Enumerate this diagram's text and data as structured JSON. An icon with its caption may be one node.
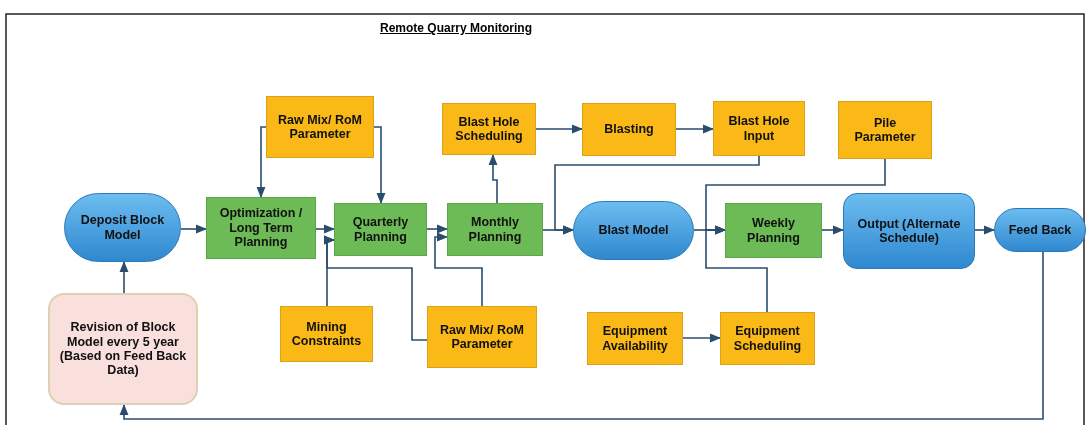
{
  "diagram": {
    "title": "Remote Quarry Monitoring",
    "nodes": [
      {
        "text": [
          "Deposit Block Model"
        ]
      },
      {
        "text": [
          "Optimization / Long Term Planning"
        ]
      },
      {
        "text": [
          "Raw Mix/ RoM Parameter"
        ]
      },
      {
        "text": [
          "Quarterly Planning"
        ]
      },
      {
        "text": [
          "Blast Hole Scheduling"
        ]
      },
      {
        "text": [
          "Monthly Planning"
        ]
      },
      {
        "text": [
          "Blasting"
        ]
      },
      {
        "text": [
          "Blast Hole Input"
        ]
      },
      {
        "text": [
          "Pile Parameter"
        ]
      },
      {
        "text": [
          "Blast Model"
        ]
      },
      {
        "text": [
          "Weekly Planning"
        ]
      },
      {
        "text": [
          "Output (Alternate Schedule)"
        ]
      },
      {
        "text": [
          "Feed Back"
        ]
      },
      {
        "text": [
          "Revision of Block Model every 5 year (Based on Feed Back Data)"
        ]
      },
      {
        "text": [
          "Mining Constraints"
        ]
      },
      {
        "text": [
          "Raw Mix/ RoM Parameter"
        ]
      },
      {
        "text": [
          "Equipment Availability"
        ]
      },
      {
        "text": [
          "Equipment Scheduling"
        ]
      }
    ],
    "edges": [
      {
        "from": 0,
        "to": 1,
        "arrow": "to"
      },
      {
        "from": 2,
        "to": 1,
        "arrow": "to"
      },
      {
        "from": 2,
        "to": 3,
        "arrow": "to"
      },
      {
        "from": 1,
        "to": 3,
        "arrow": "to"
      },
      {
        "from": 14,
        "to": 3,
        "arrow": "to"
      },
      {
        "from": 15,
        "to": 3,
        "arrow": "to"
      },
      {
        "from": 15,
        "to": 5,
        "arrow": "to"
      },
      {
        "from": 3,
        "to": 5,
        "arrow": "to"
      },
      {
        "from": 5,
        "to": 4,
        "arrow": "to"
      },
      {
        "from": 4,
        "to": 6,
        "arrow": "to"
      },
      {
        "from": 6,
        "to": 7,
        "arrow": "to"
      },
      {
        "from": 7,
        "to": 9,
        "arrow": "to"
      },
      {
        "from": 5,
        "to": 9,
        "arrow": "to"
      },
      {
        "from": 9,
        "to": 10,
        "arrow": "to"
      },
      {
        "from": 8,
        "to": 10,
        "arrow": "to"
      },
      {
        "from": 17,
        "to": 10,
        "arrow": "to"
      },
      {
        "from": 16,
        "to": 17,
        "arrow": "to"
      },
      {
        "from": 10,
        "to": 11,
        "arrow": "to"
      },
      {
        "from": 11,
        "to": 12,
        "arrow": "to"
      },
      {
        "from": 12,
        "to": 13,
        "arrow": "to"
      },
      {
        "from": 13,
        "to": 0,
        "arrow": "to"
      }
    ]
  }
}
